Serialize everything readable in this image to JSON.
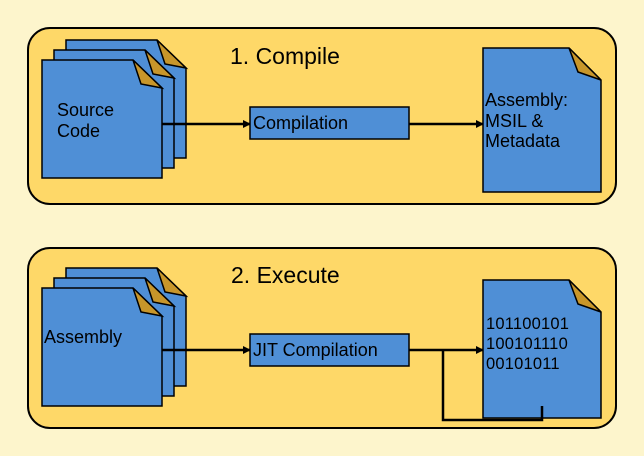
{
  "panels": [
    {
      "title": "1. Compile",
      "input_label": "Source\nCode",
      "process_label": "Compilation",
      "output_label": "Assembly:\nMSIL &\nMetadata"
    },
    {
      "title": "2. Execute",
      "input_label": "Assembly",
      "process_label": "JIT Compilation",
      "output_label": "101100101\n100101110\n00101011"
    }
  ],
  "colors": {
    "page_background": "#FDF5CC",
    "panel_fill": "#FED868",
    "panel_border": "#000000",
    "document_fill": "#4F8FD6",
    "fold_fill": "#C8962A",
    "process_fill": "#4F8FD6",
    "arrow": "#000000"
  }
}
